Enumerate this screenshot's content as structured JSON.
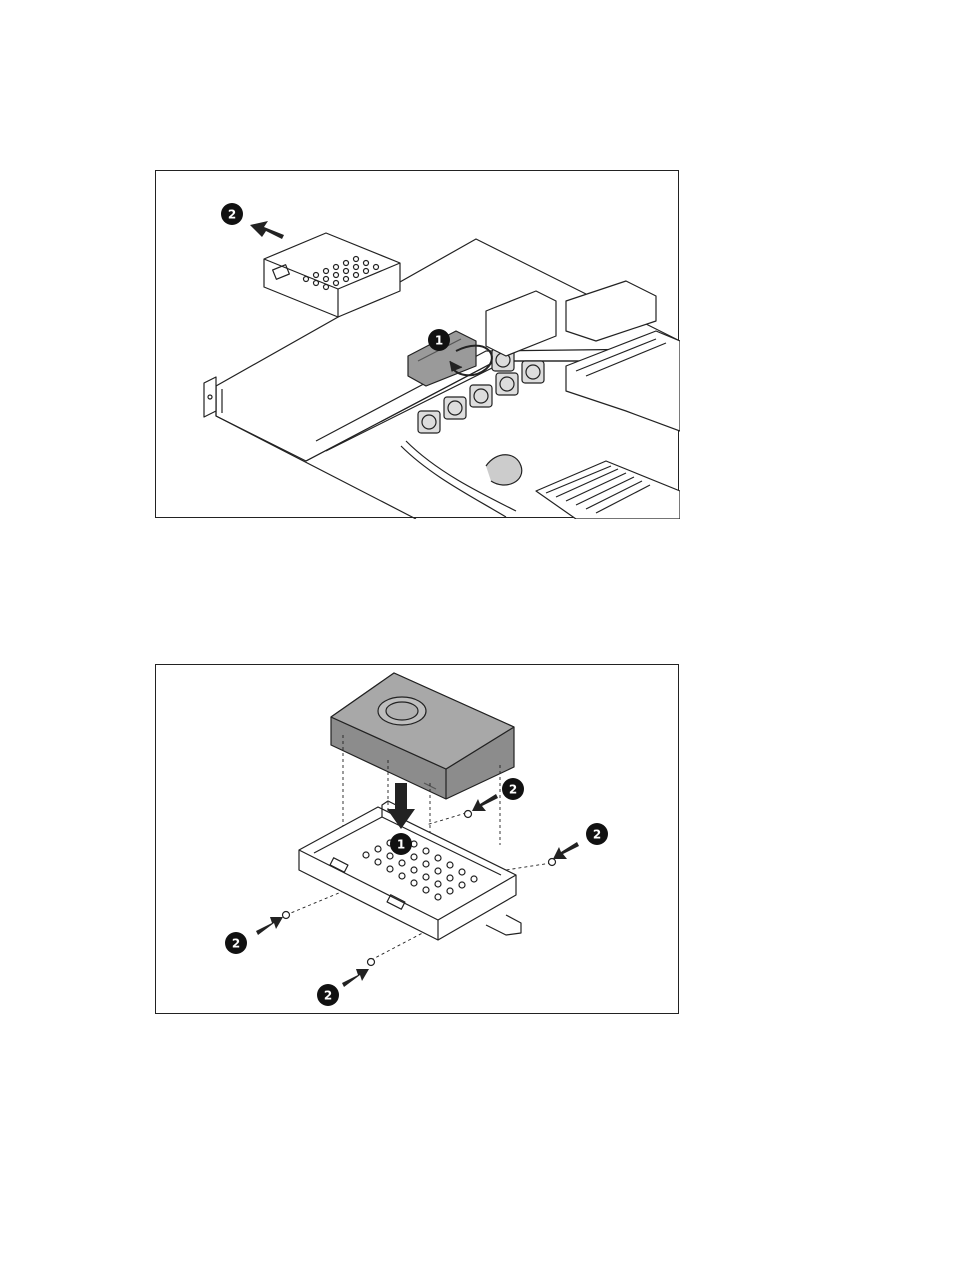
{
  "figures": [
    {
      "callouts": [
        "1",
        "2"
      ],
      "colors": {
        "line": "#222222",
        "fill": "#ffffff",
        "shade": "#9a9a9a",
        "dark": "#555555"
      }
    },
    {
      "callouts": [
        "1",
        "2",
        "2",
        "2",
        "2"
      ],
      "colors": {
        "line": "#222222",
        "fill": "#ffffff",
        "drive": "#8c8c8c",
        "drive_top": "#a8a8a8"
      }
    }
  ]
}
